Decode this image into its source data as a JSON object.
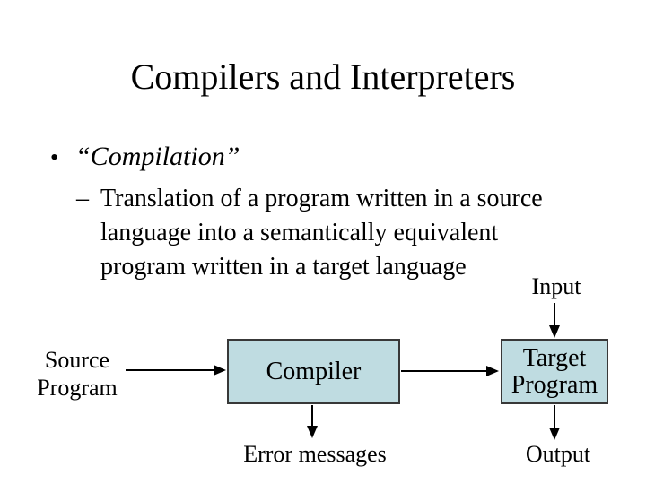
{
  "slide": {
    "title": "Compilers and Interpreters",
    "bullet_marker": "•",
    "bullet_text": "“Compilation”",
    "sub_bullet_marker": "–",
    "sub_bullet_lines": [
      "Translation of a program written in a source",
      "language into a semantically equivalent",
      "program written in a target language"
    ]
  },
  "diagram": {
    "input_label": "Input",
    "source_program_label_line1": "Source",
    "source_program_label_line2": "Program",
    "compiler_label": "Compiler",
    "target_program_label_line1": "Target",
    "target_program_label_line2": "Program",
    "error_label": "Error messages",
    "output_label": "Output",
    "colors": {
      "background": "#ffffff",
      "text": "#000000",
      "box_fill": "#bfdce1",
      "box_border": "#383838",
      "arrow": "#000000"
    }
  }
}
